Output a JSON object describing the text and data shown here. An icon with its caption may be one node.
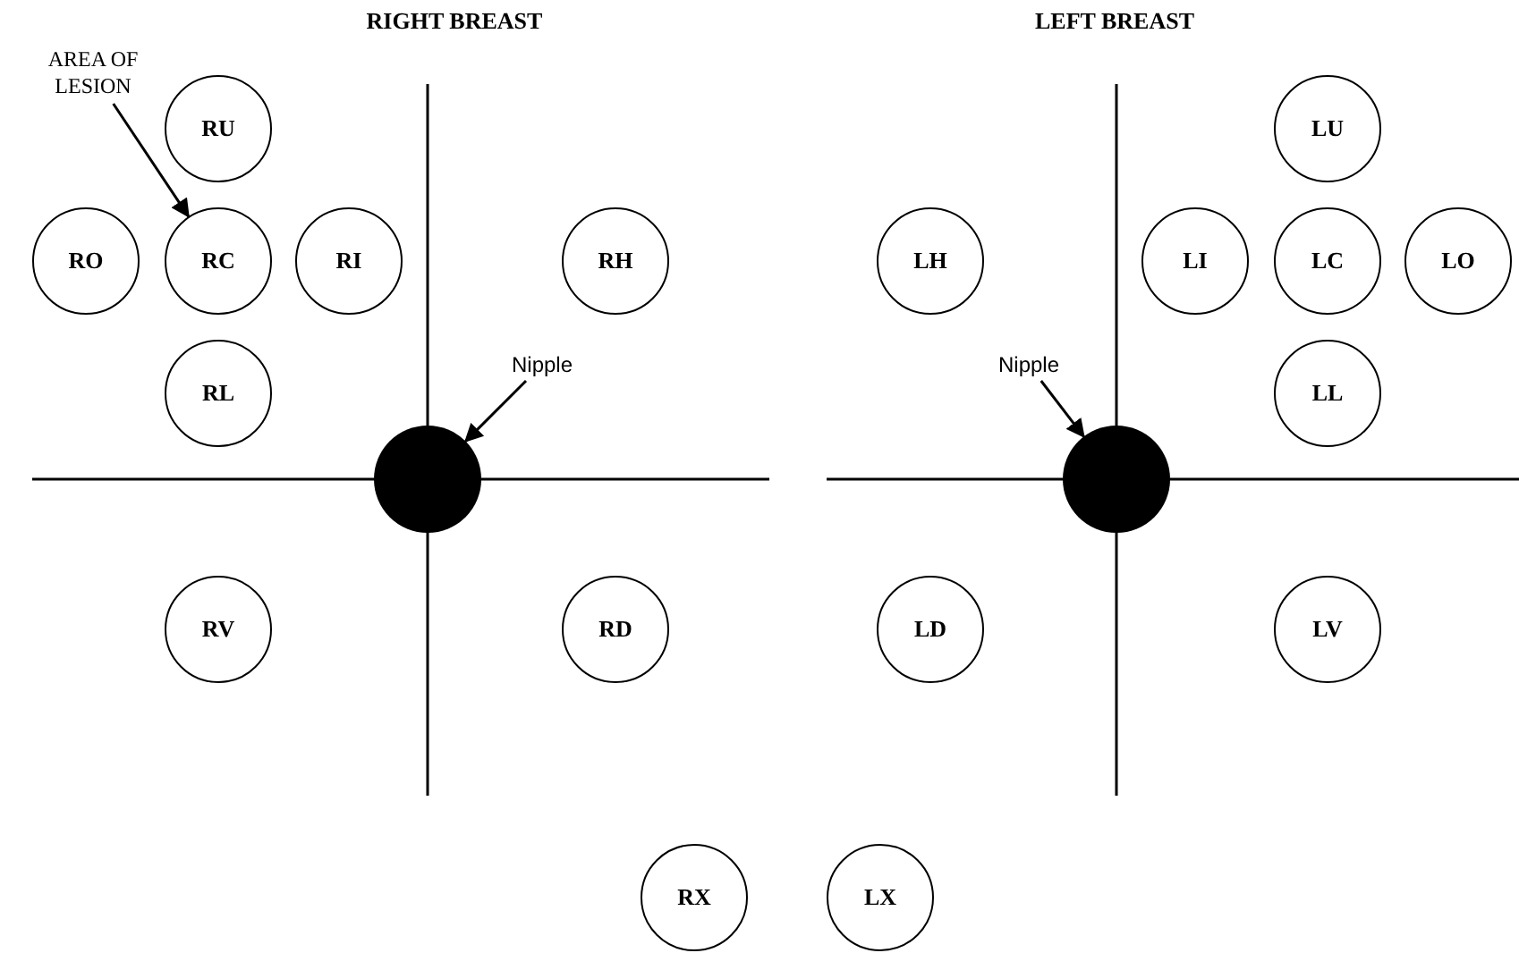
{
  "diagram": {
    "nodes": [
      {
        "text": [
          "AREA OF LESION"
        ]
      },
      {
        "text": [
          "RU"
        ]
      },
      {
        "text": [
          "LU"
        ]
      },
      {
        "text": [
          "RO"
        ]
      },
      {
        "text": [
          "RC"
        ]
      },
      {
        "text": [
          "RI"
        ]
      },
      {
        "text": [
          "RH"
        ]
      },
      {
        "text": [
          "LH"
        ]
      },
      {
        "text": [
          "LI"
        ]
      },
      {
        "text": [
          "LC"
        ]
      },
      {
        "text": [
          "LO"
        ]
      },
      {
        "text": [
          "Nipple"
        ]
      },
      {
        "text": [
          "Nipple"
        ]
      },
      {
        "text": [
          "RL"
        ]
      },
      {
        "text": [
          "LL"
        ]
      },
      {
        "text": [],
        "shape": "circle"
      },
      {
        "text": [],
        "shape": "circle"
      },
      {
        "text": [
          "RV"
        ]
      },
      {
        "text": [
          "RD"
        ]
      },
      {
        "text": [
          "LD"
        ]
      },
      {
        "text": [
          "LV"
        ]
      },
      {
        "text": [
          "RX"
        ]
      },
      {
        "text": [
          "LX"
        ]
      }
    ],
    "edges": [
      {
        "from": 0,
        "to": 4,
        "arrow": "to"
      },
      {
        "from": 11,
        "to": 15,
        "arrow": "to"
      },
      {
        "from": 12,
        "to": 16,
        "arrow": "to"
      }
    ],
    "labels": [
      "RIGHT BREAST",
      "LEFT BREAST"
    ]
  }
}
